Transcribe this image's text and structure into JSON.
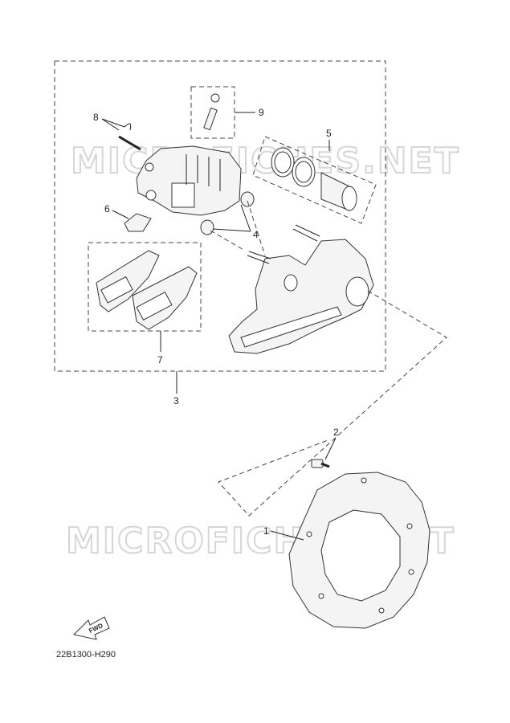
{
  "watermark": "MICROFICHES.NET",
  "diagram_code": "22B1300-H290",
  "fwd_label": "FWD",
  "callouts": {
    "p1": "1",
    "p2": "2",
    "p3": "3",
    "p4": "4",
    "p5": "5",
    "p6": "6",
    "p7": "7",
    "p8": "8",
    "p9": "9"
  }
}
